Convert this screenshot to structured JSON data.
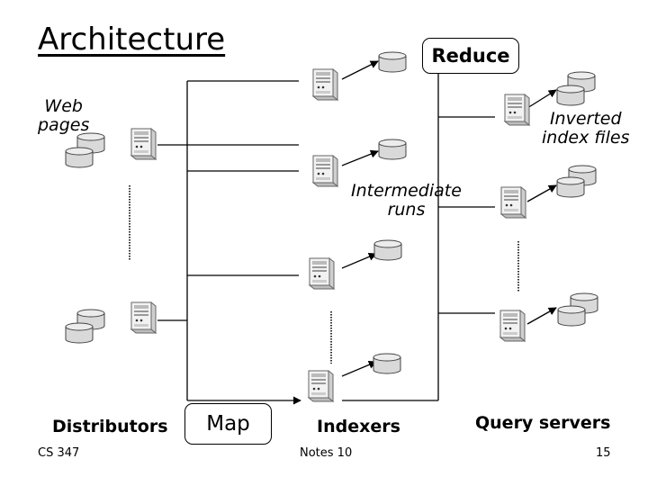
{
  "slide": {
    "title": "Architecture",
    "labels": {
      "web_pages": [
        "Web",
        "pages"
      ],
      "inverted_index_files": [
        "Inverted",
        "index files"
      ],
      "intermediate_runs": [
        "Intermediate",
        "runs"
      ],
      "reduce": "Reduce",
      "map": "Map",
      "distributors": "Distributors",
      "indexers": "Indexers",
      "query_servers": "Query servers"
    },
    "footer": {
      "course": "CS 347",
      "notes": "Notes 10",
      "page": "15"
    }
  },
  "icons": {
    "server": "server-icon",
    "disk": "disk-stack-icon"
  },
  "colors": {
    "line": "#000000",
    "disk_fill": "#d9d9d9",
    "server_fill": "#f2f2f2"
  }
}
